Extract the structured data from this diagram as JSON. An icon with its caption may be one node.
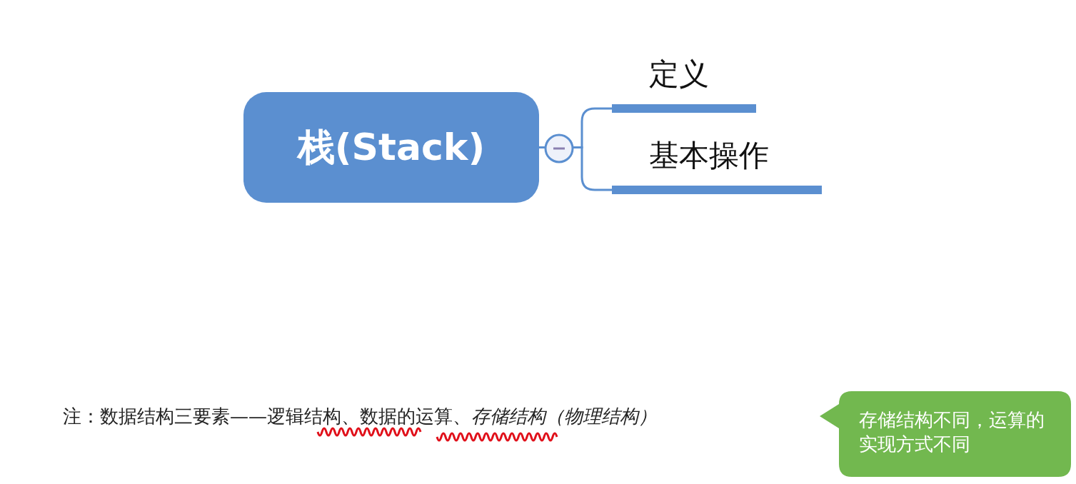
{
  "diagram": {
    "nodes": [
      {
        "text": [
          "栈(Stack)"
        ]
      },
      {
        "text": [
          "定义"
        ]
      },
      {
        "text": [
          "基本操作"
        ]
      },
      {
        "text": [
          "存储结构不同，运算的实现方式不同"
        ]
      }
    ],
    "edges": [
      {
        "from": 0,
        "to": 1,
        "arrow": "none"
      },
      {
        "from": 0,
        "to": 2,
        "arrow": "none"
      }
    ],
    "labels": [
      "注：数据结构三要素——逻辑结构、数据的运算、*存储结构（物理结构）*"
    ]
  }
}
